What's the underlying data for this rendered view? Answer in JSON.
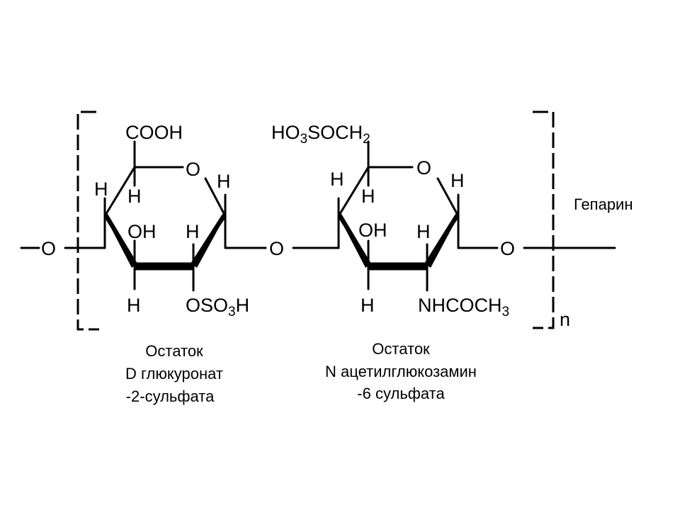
{
  "title": "Гепарин",
  "repeat_index": "n",
  "colors": {
    "ink": "#000000",
    "background": "#ffffff"
  },
  "chain": {
    "left_link_o": "O",
    "middle_link_o": "O",
    "right_link_o": "O"
  },
  "residue1": {
    "top_group": "COOH",
    "ring_o": "O",
    "h_left_outer": "H",
    "h_left_inner": "H",
    "h_right_anomeric": "H",
    "oh_label": "OH",
    "h_mid": "H",
    "h_bottom": "H",
    "sulfate": {
      "prefix": "OSO",
      "subscript": "3",
      "suffix": "H"
    },
    "caption": [
      "Остаток",
      "D  глюкуронат",
      "-2-сульфата"
    ]
  },
  "residue2": {
    "top_group": {
      "prefix": "HO",
      "subscript": "3",
      "middle": "SOCH",
      "subscript2": "2"
    },
    "ring_o": "O",
    "h_left_outer": "H",
    "h_left_inner": "H",
    "h_right_anomeric": "H",
    "oh_label": "OH",
    "h_mid": "H",
    "h_bottom": "H",
    "acetamido": {
      "prefix": "NHCOCH",
      "subscript": "3"
    },
    "caption": [
      "Остаток",
      "N  ацетилглюкозамин",
      "-6  сульфата"
    ]
  }
}
